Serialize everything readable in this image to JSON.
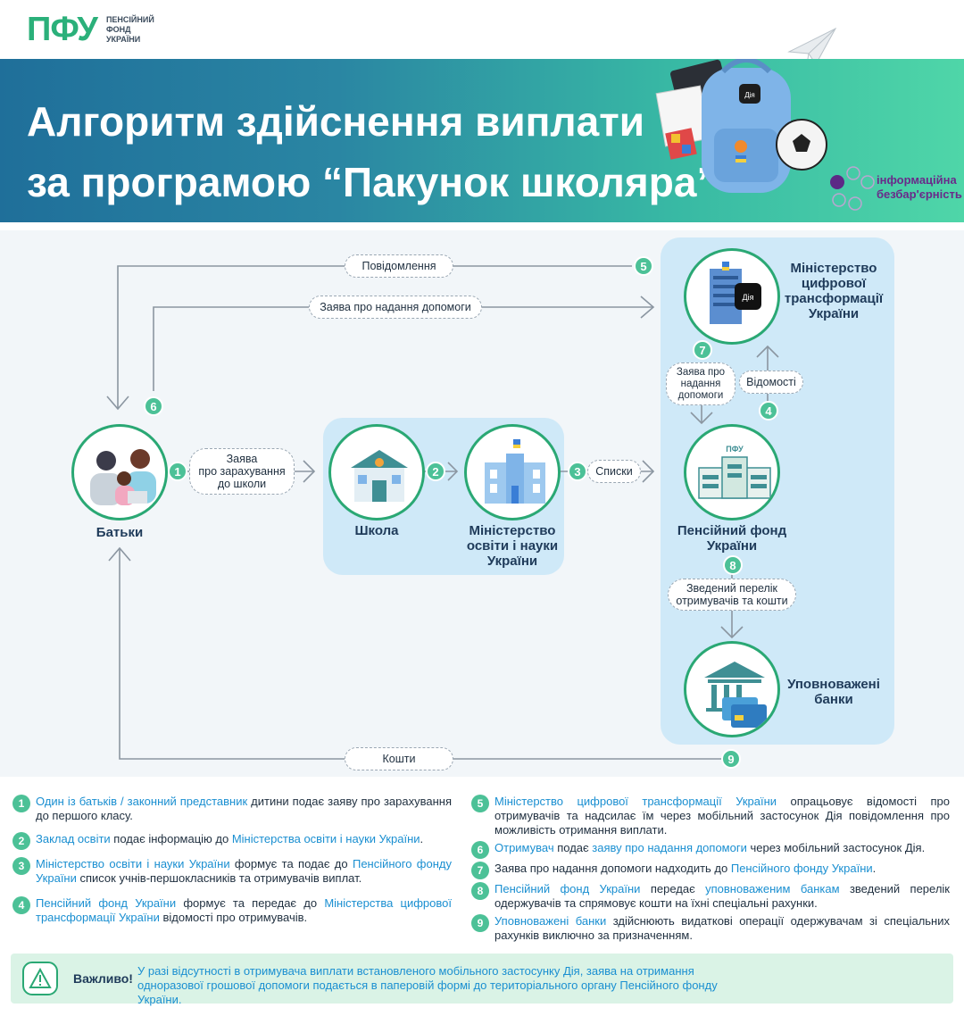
{
  "header": {
    "logo_mark": "ПФУ",
    "logo_line1": "ПЕНСІЙНИЙ",
    "logo_line2": "ФОНД",
    "logo_line3": "УКРАЇНИ"
  },
  "banner": {
    "title_line1": "Алгоритм здійснення виплати",
    "title_line2": "за програмою “Пакунок школяра”",
    "badge_line1": "інформаційна",
    "badge_line2": "безбар'єрність",
    "backpack_label": "Дія"
  },
  "nodes": {
    "parents": "Батьки",
    "school": "Школа",
    "moe_line1": "Міністерство",
    "moe_line2": "освіти і науки",
    "moe_line3": "України",
    "mdt_line1": "Міністерство",
    "mdt_line2": "цифрової",
    "mdt_line3": "трансформації",
    "mdt_line4": "України",
    "mdt_building_label": "Дія",
    "pfu_line1": "Пенсійний фонд",
    "pfu_line2": "України",
    "pfu_building_label": "ПФУ",
    "banks_line1": "Уповноважені",
    "banks_line2": "банки"
  },
  "pills": {
    "notification": "Повідомлення",
    "application_help": "Заява про надання допомоги",
    "enroll_line1": "Заява",
    "enroll_line2": "про зарахування",
    "enroll_line3": "до школи",
    "lists": "Списки",
    "app7_line1": "Заява про",
    "app7_line2": "надання",
    "app7_line3": "допомоги",
    "info": "Відомості",
    "summary_line1": "Зведений перелік",
    "summary_line2": "отримувачів та кошти",
    "funds": "Кошти"
  },
  "numbers": [
    "1",
    "2",
    "3",
    "4",
    "5",
    "6",
    "7",
    "8",
    "9"
  ],
  "steps": [
    {
      "n": "1",
      "parts": [
        {
          "t": "Один із батьків / законний представник",
          "hl": true
        },
        {
          "t": " дитини подає заяву про зарахування до першого класу.",
          "hl": false
        }
      ]
    },
    {
      "n": "2",
      "parts": [
        {
          "t": "Заклад освіти",
          "hl": true
        },
        {
          "t": " подає інформацію до ",
          "hl": false
        },
        {
          "t": "Міністерства освіти і науки України",
          "hl": true
        },
        {
          "t": ".",
          "hl": false
        }
      ]
    },
    {
      "n": "3",
      "parts": [
        {
          "t": "Міністерство освіти і науки України",
          "hl": true
        },
        {
          "t": " формує та подає до ",
          "hl": false
        },
        {
          "t": "Пенсійного фонду України",
          "hl": true
        },
        {
          "t": " список учнів-першокласників та отримувачів виплат.",
          "hl": false
        }
      ]
    },
    {
      "n": "4",
      "parts": [
        {
          "t": "Пенсійний фонд України",
          "hl": true
        },
        {
          "t": " формує та передає до ",
          "hl": false
        },
        {
          "t": "Міністерства цифрової трансформації України",
          "hl": true
        },
        {
          "t": " відомості про отримувачів.",
          "hl": false
        }
      ]
    },
    {
      "n": "5",
      "parts": [
        {
          "t": "Міністерство цифрової трансформації України",
          "hl": true
        },
        {
          "t": " опрацьовує відомості про отримувачів та надсилає їм через мобільний застосунок Дія повідомлення про можливість отримання виплати.",
          "hl": false
        }
      ]
    },
    {
      "n": "6",
      "parts": [
        {
          "t": "Отримувач",
          "hl": true
        },
        {
          "t": " подає ",
          "hl": false
        },
        {
          "t": "заяву про надання допомоги",
          "hl": true
        },
        {
          "t": " через мобільний застосунок Дія.",
          "hl": false
        }
      ]
    },
    {
      "n": "7",
      "parts": [
        {
          "t": "Заява про надання допомоги надходить до ",
          "hl": false
        },
        {
          "t": "Пенсійного фонду України",
          "hl": true
        },
        {
          "t": ".",
          "hl": false
        }
      ]
    },
    {
      "n": "8",
      "parts": [
        {
          "t": "Пенсійний фонд України",
          "hl": true
        },
        {
          "t": " передає ",
          "hl": false
        },
        {
          "t": "уповноваженим банкам",
          "hl": true
        },
        {
          "t": " зведений перелік одержувачів та спрямовує кошти на їхні спеціальні рахунки.",
          "hl": false
        }
      ]
    },
    {
      "n": "9",
      "parts": [
        {
          "t": "Уповноважені банки",
          "hl": true
        },
        {
          "t": " здійснюють видаткові операції одержувачам зі спеціальних рахунків виключно за призначенням.",
          "hl": false
        }
      ]
    }
  ],
  "important": {
    "label": "Важливо!",
    "text": "У разі відсутності в отримувача виплати встановленого мобільного застосунку Дія, заява на отримання одноразової грошової допомоги подається в паперовій формі до територіального органу Пенсійного фонду України."
  }
}
